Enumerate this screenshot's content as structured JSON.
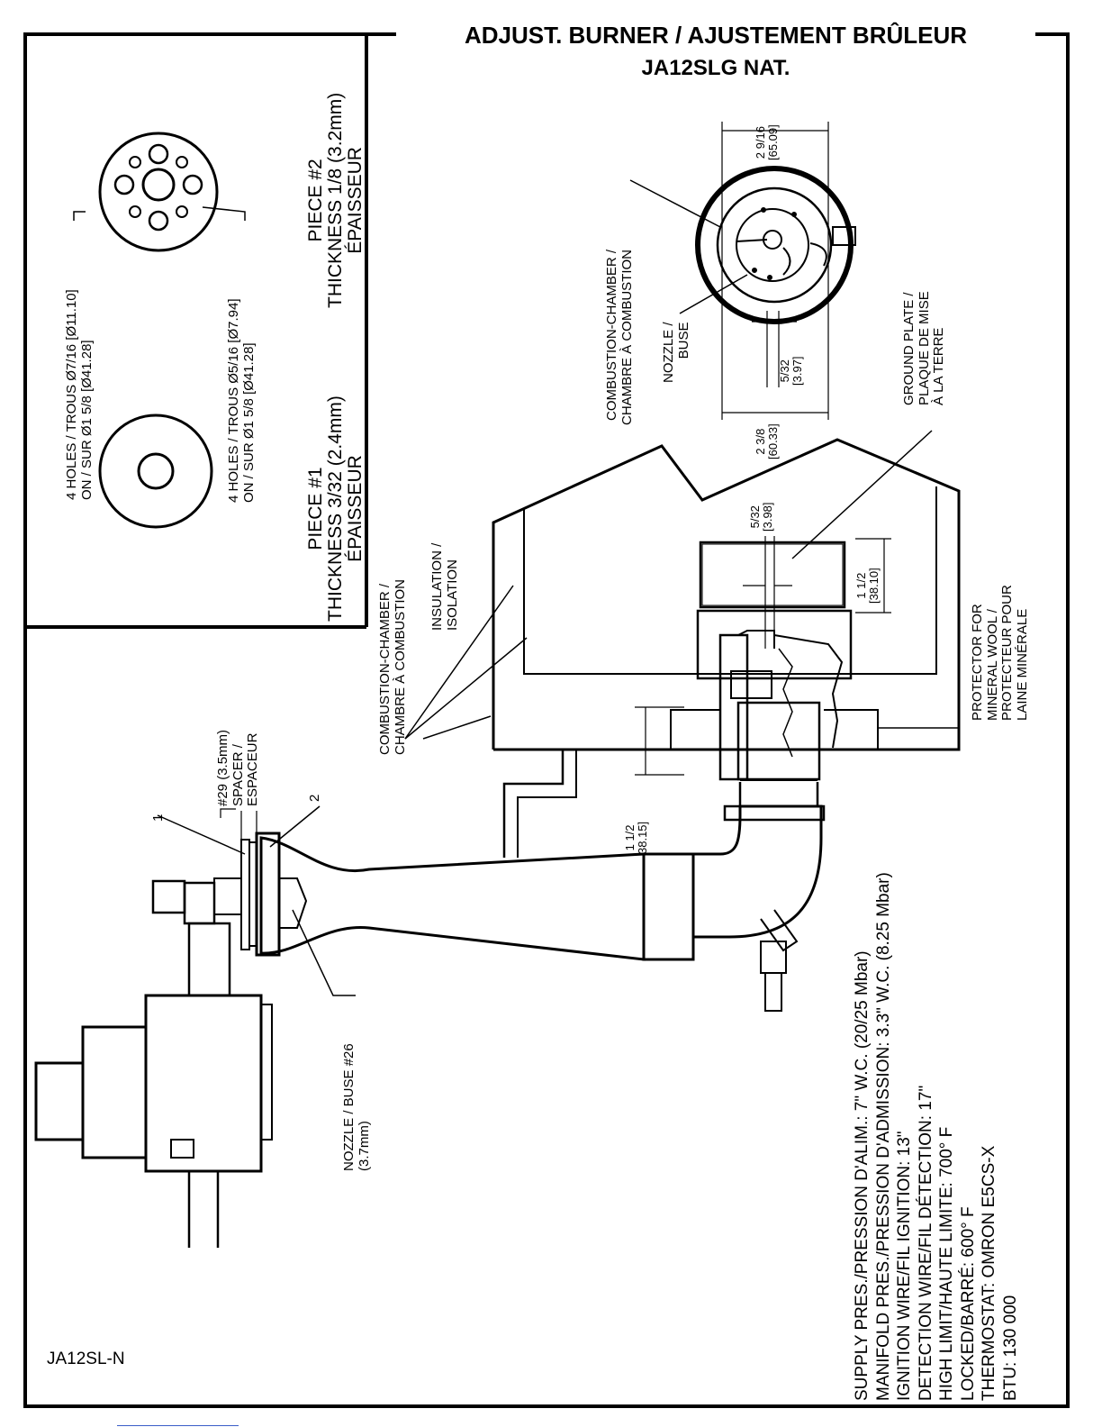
{
  "title": {
    "line1": "ADJUST. BURNER / AJUSTEMENT BRÛLEUR",
    "line2": "JA12SLG NAT."
  },
  "inset": {
    "piece1": {
      "name": "PIECE #1",
      "thickness": "THICKNESS 3/32 (2.4mm)",
      "thickness_fr": "ÉPAISSEUR"
    },
    "piece2": {
      "name": "PIECE #2",
      "thickness": "THICKNESS 1/8 (3.2mm)",
      "thickness_fr": "ÉPAISSEUR"
    },
    "holes_large": [
      "4 HOLES / TROUS Ø7/16 [Ø11.10]",
      "ON / SUR Ø1 5/8 [Ø41.28]"
    ],
    "holes_small": [
      "4 HOLES / TROUS Ø5/16 [Ø7.94]",
      "ON / SUR Ø1 5/8 [Ø41.28]"
    ]
  },
  "top_view": {
    "dim_top": [
      "2 9/16",
      "[65.09]"
    ],
    "dim_bottom": [
      "2 3/8",
      "[60.33]"
    ],
    "dim_small": [
      "5/32",
      "[3.97]"
    ],
    "combustion_chamber": [
      "COMBUSTION-CHAMBER /",
      "CHAMBRE À COMBUSTION"
    ],
    "nozzle": [
      "NOZZLE /",
      "BUSE"
    ],
    "ground_plate": [
      "GROUND PLATE /",
      "PLAQUE DE MISE",
      "À LA TERRE"
    ]
  },
  "side_view": {
    "dim_gap": [
      "5/32",
      "[3.98]"
    ],
    "dim_height": [
      "1 1/2",
      "[38.10]"
    ],
    "dim_lower": [
      "1 1/2",
      "38.15]"
    ],
    "combustion_chamber": [
      "COMBUSTION-CHAMBER /",
      "CHAMBRE À COMBUSTION"
    ],
    "insulation": [
      "INSULATION /",
      "ISOLATION"
    ],
    "protector": [
      "PROTECTOR FOR",
      "MINERAL WOOL /",
      "PROTECTEUR POUR",
      "LAINE MINÉRALE"
    ],
    "spacer": [
      "#29 (3.5mm)",
      "SPACER /",
      "ESPACEUR"
    ],
    "callout_1": "1",
    "callout_2": "2",
    "nozzle_bottom": [
      "NOZZLE / BUSE #26",
      "(3.7mm)"
    ]
  },
  "specs": [
    "SUPPLY PRES./PRESSION D'ALIM.: 7\" W.C. (20/25 Mbar)",
    "MANIFOLD PRES./PRESSION D'ADMISSION: 3.3\" W.C. (8.25 Mbar)",
    "IGNITION WIRE/FIL IGNITION: 13\"",
    "DETECTION WIRE/FIL DÉTECTION: 17\"",
    "HIGH LIMIT/HAUTE LIMITE: 700° F",
    "LOCKED/BARRÉ: 600° F",
    "THERMOSTAT: OMRON E5CS-X",
    "BTU: 130 000"
  ],
  "model_code": "JA12SL-N"
}
